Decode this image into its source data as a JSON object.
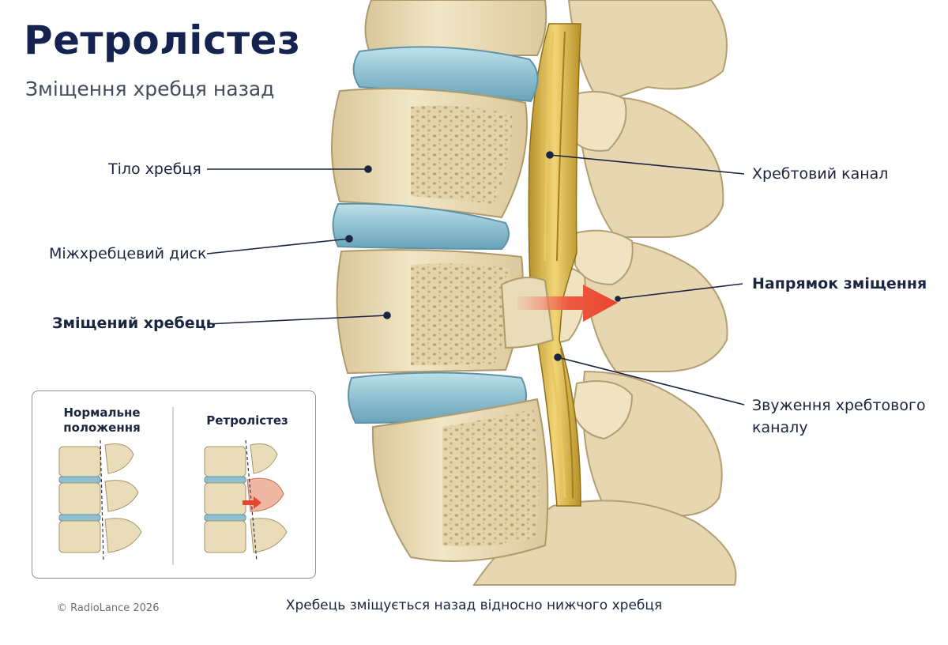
{
  "title": "Ретролістез",
  "subtitle": "Зміщення хребця назад",
  "labels": {
    "vertebral_body": "Тіло хребця",
    "disc": "Міжхребцевий диск",
    "displaced": "Зміщений хребець",
    "canal": "Хребтовий канал",
    "direction": "Напрямок зміщення",
    "narrowing_line1": "Звуження хребтового",
    "narrowing_line2": "каналу"
  },
  "inset": {
    "normal_line1": "Нормальне",
    "normal_line2": "положення",
    "retro": "Ретролістез"
  },
  "caption": "Хребець зміщується назад відносно нижчого хребця",
  "copyright": "©  RadioLance 2026",
  "colors": {
    "bone": "#e9dcb8",
    "bone_dark": "#c8b489",
    "disc": "#9cc7d6",
    "nerve": "#d9b64a",
    "arrow": "#e8452f",
    "title": "#142350"
  }
}
